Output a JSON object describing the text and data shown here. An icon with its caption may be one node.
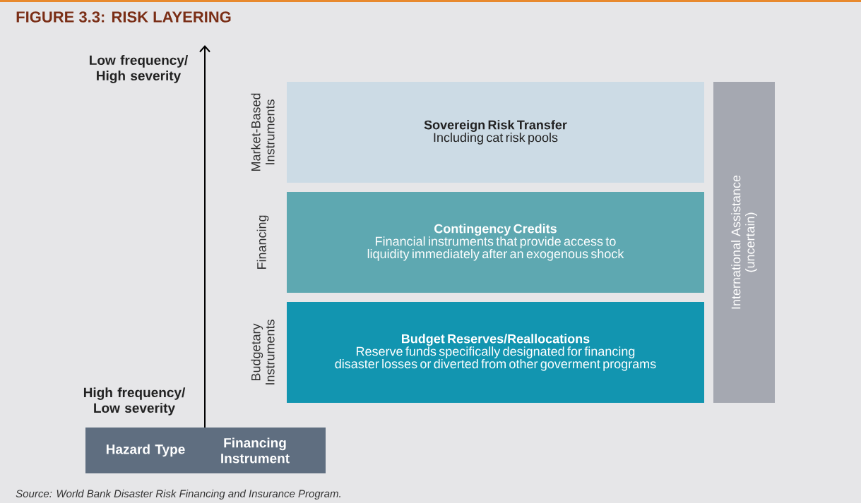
{
  "diagram": {
    "title": "FIGURE 3.3: RISK LAYERING",
    "caption": "Source: World Bank Disaster Risk Financing and Insurance Program.",
    "nodes": [
      {
        "text": [
          "Sovereign Risk Transfer",
          "Including cat risk pools"
        ],
        "beside": [
          "Market-Based Instruments"
        ]
      },
      {
        "text": [
          "Contingency Credits",
          "Financial instruments that provide access to liquidity immediately after an exogenous shock"
        ],
        "beside": [
          "Financing"
        ]
      },
      {
        "text": [
          "Budget Reserves/Reallocations",
          "Reserve funds specifically designated for financing disaster losses or diverted from other goverment programs"
        ],
        "beside": [
          "Budgetary Instruments"
        ]
      },
      {
        "text": [
          "International Assistance (uncertain)"
        ]
      },
      {
        "text": [
          "Hazard Type",
          "Financing Instrument"
        ]
      }
    ],
    "labels": [
      "Low frequency/ High severity",
      "High frequency/ Low severity"
    ]
  }
}
